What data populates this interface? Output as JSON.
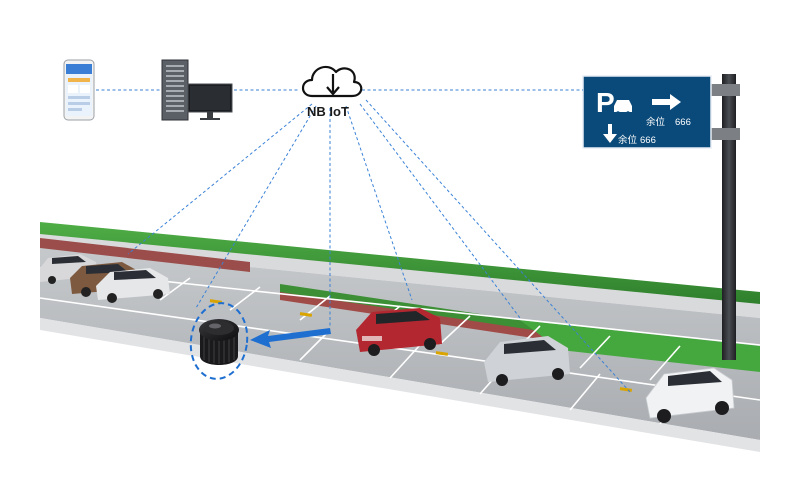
{
  "network": {
    "label": "NB IoT"
  },
  "sign": {
    "top_label": "余位",
    "top_count": "666",
    "bottom_label": "余位",
    "bottom_count": "666",
    "bg_color": "#0a4a7a"
  },
  "colors": {
    "link_line": "#3b82d6",
    "arrow": "#1f6fd1",
    "grass": "#3f9b3a",
    "asphalt": "#b9bcc0"
  }
}
